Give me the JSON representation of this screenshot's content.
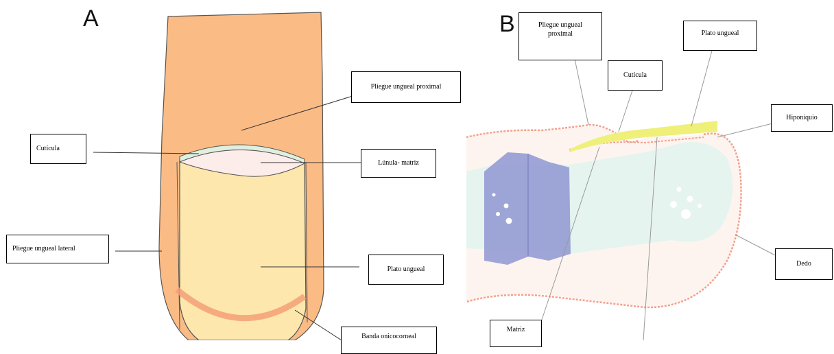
{
  "panel_a": {
    "letter": "A",
    "labels": {
      "pliegue_proximal": "Pliegue ungueal proximal",
      "cuticula": "Cutícula",
      "lunula": "Lúnula- matriz",
      "pliegue_lateral": "Pliegue ungueal lateral",
      "plato": "Plato ungueal",
      "banda": "Banda onicocorneal"
    },
    "colors": {
      "skin": "#fbbb85",
      "nail": "#fde7ad",
      "lunula": "#fcecea",
      "band": "#f5a077"
    }
  },
  "panel_b": {
    "letter": "B",
    "labels": {
      "pliegue_proximal": "Pliegue ungueal proximal",
      "plato": "Plato ungueal",
      "cuticula": "Cutícula",
      "hiponiquio": "Hiponiquio",
      "dedo": "Dedo",
      "matriz": "Matriz"
    },
    "colors": {
      "outline": "#f4a08c",
      "nail_plate": "#eef07a",
      "bone": "#8f96d2",
      "tissue": "#e6f4ef"
    }
  }
}
